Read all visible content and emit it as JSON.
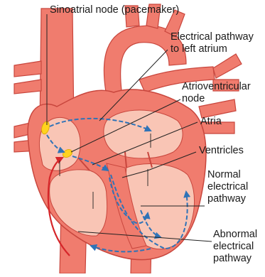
{
  "diagram": {
    "labels": {
      "sa_node": "Sinoatrial node (pacemaker)",
      "pathway_left_atrium": [
        "Electrical pathway",
        "to left atrium"
      ],
      "av_node": [
        "Atrioventricular",
        "node"
      ],
      "atria": "Atria",
      "ventricles": "Ventricles",
      "normal_pathway": [
        "Normal",
        "electrical",
        "pathway"
      ],
      "abnormal_pathway": [
        "Abnormal",
        "electrical",
        "pathway"
      ]
    },
    "colors": {
      "muscle": "#f07c6e",
      "muscle_dark": "#c8463d",
      "chamber": "#f9c5b5",
      "node": "#ffd21f",
      "normal_path": "#2f73b7",
      "abnormal_path": "#d6262a",
      "leader": "#222222"
    }
  }
}
